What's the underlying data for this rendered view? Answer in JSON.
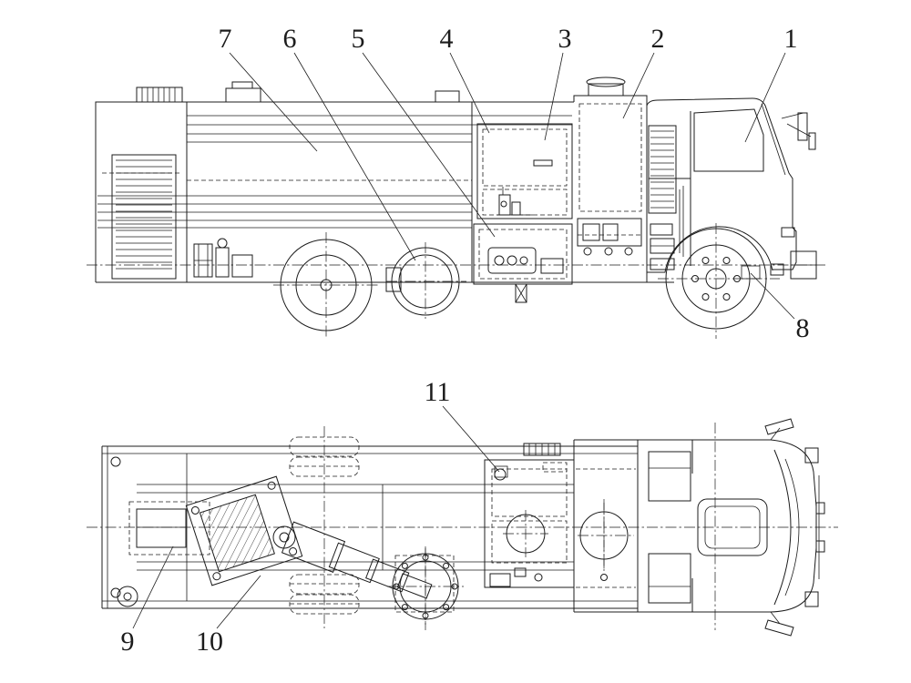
{
  "figure": {
    "ink": "#1c1c1c",
    "background": "#ffffff",
    "callouts": [
      {
        "label": "1"
      },
      {
        "label": "2"
      },
      {
        "label": "3"
      },
      {
        "label": "4"
      },
      {
        "label": "5"
      },
      {
        "label": "6"
      },
      {
        "label": "7"
      },
      {
        "label": "8"
      },
      {
        "label": "9"
      },
      {
        "label": "10"
      },
      {
        "label": "11"
      }
    ]
  }
}
